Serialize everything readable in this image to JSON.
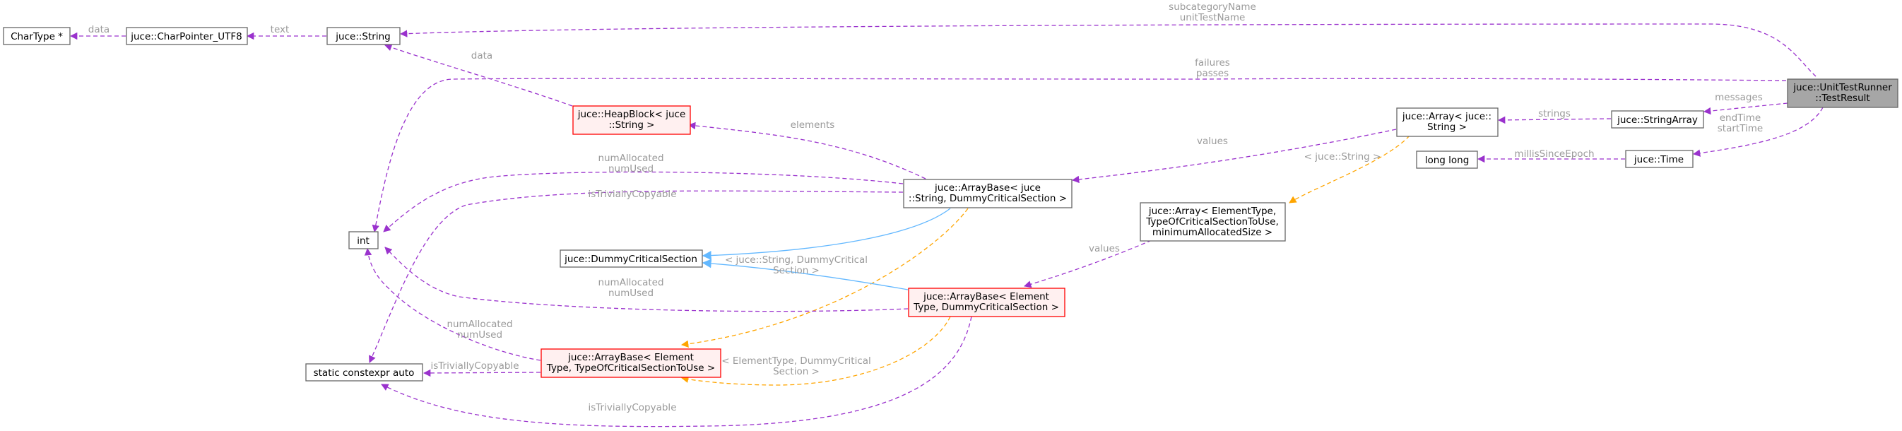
{
  "colors": {
    "usage_edge": "#9a32cd",
    "template_edge": "#ffa500",
    "inherit_edge": "#63b8ff",
    "highlight_node_fill": "#a6a6a6",
    "plain_node_stroke": "#666666",
    "warn_node_stroke": "#ff0000",
    "warn_node_fill": "#fff0f0",
    "label_text": "#9a9a9a"
  },
  "nodes": {
    "chartype": [
      "CharType *"
    ],
    "charpointer": [
      "juce::CharPointer_UTF8"
    ],
    "string": [
      "juce::String"
    ],
    "heapblock": [
      "juce::HeapBlock< juce",
      "::String >"
    ],
    "int": [
      "int"
    ],
    "static_auto": [
      "static constexpr auto"
    ],
    "dummy_cs": [
      "juce::DummyCriticalSection"
    ],
    "arraybase_string": [
      "juce::ArrayBase< juce",
      "::String, DummyCriticalSection >"
    ],
    "arraybase_elem_dummy": [
      "juce::ArrayBase< Element",
      "Type, DummyCriticalSection >"
    ],
    "arraybase_elem_generic": [
      "juce::ArrayBase< Element",
      "Type, TypeOfCriticalSectionToUse >"
    ],
    "array_generic": [
      "juce::Array< ElementType,",
      "TypeOfCriticalSectionToUse,",
      "minimumAllocatedSize >"
    ],
    "array_string": [
      "juce::Array< juce::",
      "String >"
    ],
    "stringarray": [
      "juce::StringArray"
    ],
    "longlong": [
      "long long"
    ],
    "time": [
      "juce::Time"
    ],
    "testresult": [
      "juce::UnitTestRunner",
      "::TestResult"
    ]
  },
  "edge_labels": {
    "data_chartype": [
      "data"
    ],
    "text_charpointer": [
      "text"
    ],
    "data_heapblock": [
      "data"
    ],
    "subcategory_unit": [
      "subcategoryName",
      "unitTestName"
    ],
    "failures_passes": [
      "failures",
      "passes"
    ],
    "messages": [
      "messages"
    ],
    "end_start": [
      "endTime",
      "startTime"
    ],
    "strings": [
      "strings"
    ],
    "millis": [
      "millisSinceEpoch"
    ],
    "values_top": [
      "values"
    ],
    "juce_string_tpl": [
      "< juce::String >"
    ],
    "elements": [
      "elements"
    ],
    "numalloc_1": [
      "numAllocated",
      "numUsed"
    ],
    "trivially_1": [
      "isTriviallyCopyable"
    ],
    "values_mid": [
      "values"
    ],
    "string_dummy_tpl": [
      "< juce::String, DummyCritical",
      "Section >"
    ],
    "numalloc_2": [
      "numAllocated",
      "numUsed"
    ],
    "numalloc_3": [
      "numAllocated",
      "numUsed"
    ],
    "trivially_2": [
      "isTriviallyCopyable"
    ],
    "elem_dummy_tpl": [
      "< ElementType, DummyCritical",
      "Section >"
    ],
    "trivially_3": [
      "isTriviallyCopyable"
    ]
  }
}
